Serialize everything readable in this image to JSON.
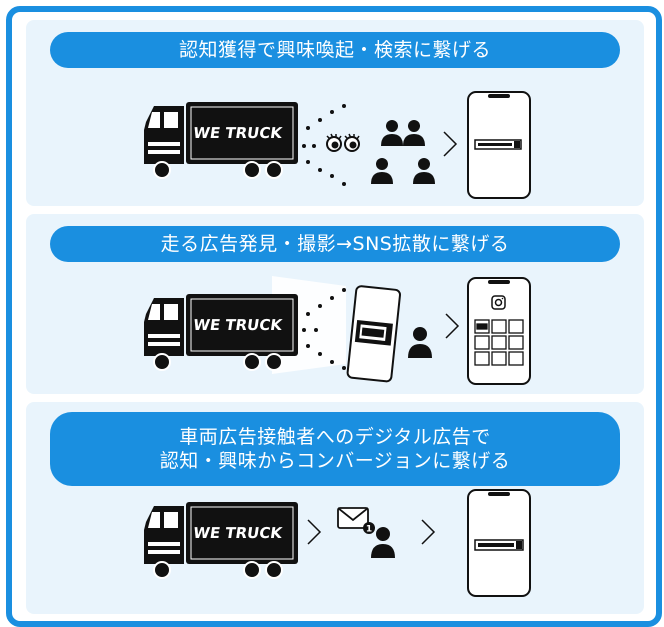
{
  "panels": [
    {
      "title_lines": [
        "認知獲得で興味喚起・検索に繋げる"
      ],
      "truck_text": "WE TRUCK"
    },
    {
      "title_lines": [
        "走る広告発見・撮影→SNS拡散に繋げる"
      ],
      "truck_text": "WE TRUCK"
    },
    {
      "title_lines": [
        "車両広告接触者へのデジタル広告で",
        "認知・興味からコンバージョンに繋げる"
      ],
      "truck_text": "WE TRUCK",
      "mail_badge": "1"
    }
  ],
  "colors": {
    "accent": "#1a8fe0",
    "panel_bg": "#e9f4fc",
    "ink": "#111111"
  },
  "icons": [
    "truck-icon",
    "eyes-icon",
    "people-icon",
    "smartphone-icon",
    "search-bar-icon",
    "camera-phone-icon",
    "instagram-icon",
    "mail-icon",
    "person-icon",
    "chevron-right-icon"
  ]
}
